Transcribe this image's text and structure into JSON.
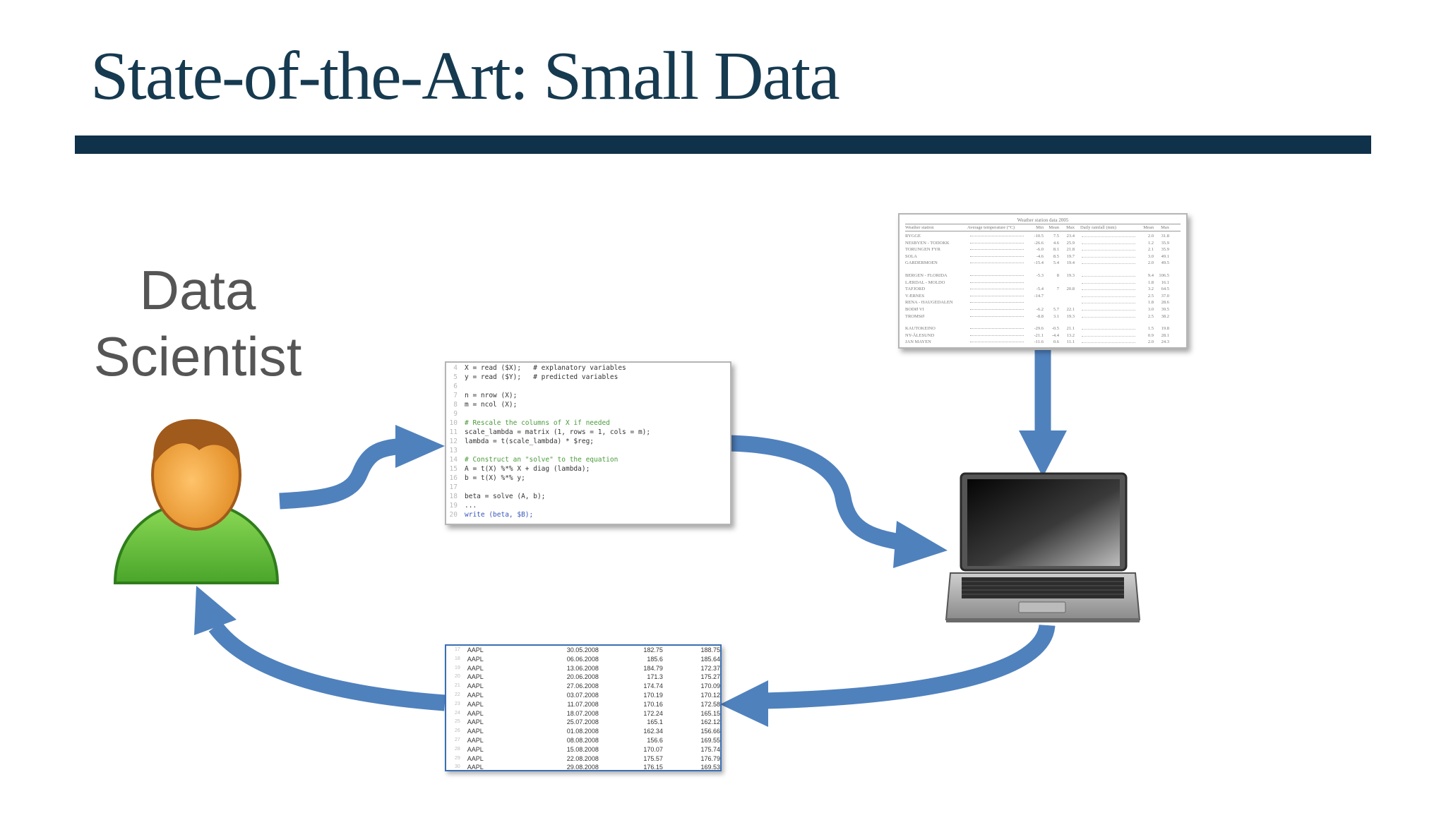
{
  "slide": {
    "title": "State-of-the-Art: Small Data",
    "actor_label_line1": "Data",
    "actor_label_line2": "Scientist"
  },
  "colors": {
    "title": "#163a50",
    "title_bar": "#0f3149",
    "arrow": "#4f81bd",
    "person_head": "#f0a540",
    "person_hair": "#a05a1c",
    "person_body": "#6ec43a"
  },
  "icons": {
    "person": "person-icon",
    "laptop": "laptop-icon"
  },
  "code_lines": [
    {
      "n": "4",
      "text": "X = read ($X);   # explanatory variables",
      "style": "plain"
    },
    {
      "n": "5",
      "text": "y = read ($Y);   # predicted variables",
      "style": "plain"
    },
    {
      "n": "6",
      "text": "",
      "style": "plain"
    },
    {
      "n": "7",
      "text": "n = nrow (X);",
      "style": "plain"
    },
    {
      "n": "8",
      "text": "m = ncol (X);",
      "style": "plain"
    },
    {
      "n": "9",
      "text": "",
      "style": "plain"
    },
    {
      "n": "10",
      "text": "# Rescale the columns of X if needed",
      "style": "comment"
    },
    {
      "n": "11",
      "text": "scale_lambda = matrix (1, rows = 1, cols = m);",
      "style": "plain"
    },
    {
      "n": "12",
      "text": "lambda = t(scale_lambda) * $reg;",
      "style": "plain"
    },
    {
      "n": "13",
      "text": "",
      "style": "plain"
    },
    {
      "n": "14",
      "text": "# Construct an \"solve\" to the equation",
      "style": "comment"
    },
    {
      "n": "15",
      "text": "A = t(X) %*% X + diag (lambda);",
      "style": "plain"
    },
    {
      "n": "16",
      "text": "b = t(X) %*% y;",
      "style": "plain"
    },
    {
      "n": "17",
      "text": "",
      "style": "plain"
    },
    {
      "n": "18",
      "text": "beta = solve (A, b);",
      "style": "plain"
    },
    {
      "n": "19",
      "text": "...",
      "style": "plain"
    },
    {
      "n": "20",
      "text": "write (beta, $B);",
      "style": "kw"
    }
  ],
  "weather_table": {
    "caption": "Weather station data 2005",
    "headers": [
      "Weather station",
      "Average temperature (°C)",
      "Min",
      "Mean",
      "Max",
      "Daily rainfall (mm)",
      "Mean",
      "Max"
    ],
    "rows": [
      {
        "station": "RYGGE",
        "min": "-10.5",
        "mean": "7.5",
        "max": "23.4",
        "rmean": "2.0",
        "rmax": "31.8",
        "gap": false
      },
      {
        "station": "NESBYEN - TODOKK",
        "min": "-26.6",
        "mean": "4.6",
        "max": "25.9",
        "rmean": "1.2",
        "rmax": "35.9",
        "gap": false
      },
      {
        "station": "TORUNGEN FYR",
        "min": "-6.0",
        "mean": "8.1",
        "max": "21.8",
        "rmean": "2.1",
        "rmax": "35.9",
        "gap": false
      },
      {
        "station": "SOLA",
        "min": "-4.6",
        "mean": "8.5",
        "max": "19.7",
        "rmean": "3.0",
        "rmax": "49.1",
        "gap": false
      },
      {
        "station": "GARDERMOEN",
        "min": "-15.4",
        "mean": "5.4",
        "max": "19.4",
        "rmean": "2.0",
        "rmax": "49.5",
        "gap": false
      },
      {
        "station": "BERGEN - FLORIDA",
        "min": "-5.3",
        "mean": "8",
        "max": "19.3",
        "rmean": "9.4",
        "rmax": "106.5",
        "gap": true
      },
      {
        "station": "LÆRDAL - MOLDO",
        "min": "",
        "mean": "",
        "max": "",
        "rmean": "1.8",
        "rmax": "16.1",
        "gap": false
      },
      {
        "station": "TAFJORD",
        "min": "-5.4",
        "mean": "7",
        "max": "20.8",
        "rmean": "3.2",
        "rmax": "64.5",
        "gap": false
      },
      {
        "station": "VÆRNES",
        "min": "-14.7",
        "mean": "",
        "max": "",
        "rmean": "2.5",
        "rmax": "37.0",
        "gap": false
      },
      {
        "station": "RENA - HAUGEDALEN",
        "min": "",
        "mean": "",
        "max": "",
        "rmean": "1.8",
        "rmax": "28.6",
        "gap": false
      },
      {
        "station": "BODØ VI",
        "min": "-6.2",
        "mean": "5.7",
        "max": "22.1",
        "rmean": "3.0",
        "rmax": "39.5",
        "gap": false
      },
      {
        "station": "TROMSØ",
        "min": "-8.8",
        "mean": "3.1",
        "max": "19.3",
        "rmean": "2.5",
        "rmax": "38.2",
        "gap": false
      },
      {
        "station": "KAUTOKEINO",
        "min": "-29.6",
        "mean": "-0.5",
        "max": "21.1",
        "rmean": "1.5",
        "rmax": "19.8",
        "gap": true
      },
      {
        "station": "NY-ÅLESUND",
        "min": "-21.1",
        "mean": "-4.4",
        "max": "13.2",
        "rmean": "0.9",
        "rmax": "28.1",
        "gap": false
      },
      {
        "station": "JAN MAYEN",
        "min": "-11.6",
        "mean": "0.6",
        "max": "11.1",
        "rmean": "2.0",
        "rmax": "24.3",
        "gap": false
      }
    ]
  },
  "stock_table": [
    {
      "n": "17",
      "sym": "AAPL",
      "date": "30.05.2008",
      "v1": "182.75",
      "v2": "188.75"
    },
    {
      "n": "18",
      "sym": "AAPL",
      "date": "06.06.2008",
      "v1": "185.6",
      "v2": "185.64"
    },
    {
      "n": "19",
      "sym": "AAPL",
      "date": "13.06.2008",
      "v1": "184.79",
      "v2": "172.37"
    },
    {
      "n": "20",
      "sym": "AAPL",
      "date": "20.06.2008",
      "v1": "171.3",
      "v2": "175.27"
    },
    {
      "n": "21",
      "sym": "AAPL",
      "date": "27.06.2008",
      "v1": "174.74",
      "v2": "170.09"
    },
    {
      "n": "22",
      "sym": "AAPL",
      "date": "03.07.2008",
      "v1": "170.19",
      "v2": "170.12"
    },
    {
      "n": "23",
      "sym": "AAPL",
      "date": "11.07.2008",
      "v1": "170.16",
      "v2": "172.58"
    },
    {
      "n": "24",
      "sym": "AAPL",
      "date": "18.07.2008",
      "v1": "172.24",
      "v2": "165.15"
    },
    {
      "n": "25",
      "sym": "AAPL",
      "date": "25.07.2008",
      "v1": "165.1",
      "v2": "162.12"
    },
    {
      "n": "26",
      "sym": "AAPL",
      "date": "01.08.2008",
      "v1": "162.34",
      "v2": "156.66"
    },
    {
      "n": "27",
      "sym": "AAPL",
      "date": "08.08.2008",
      "v1": "156.6",
      "v2": "169.55"
    },
    {
      "n": "28",
      "sym": "AAPL",
      "date": "15.08.2008",
      "v1": "170.07",
      "v2": "175.74"
    },
    {
      "n": "29",
      "sym": "AAPL",
      "date": "22.08.2008",
      "v1": "175.57",
      "v2": "176.79"
    },
    {
      "n": "30",
      "sym": "AAPL",
      "date": "29.08.2008",
      "v1": "176.15",
      "v2": "169.53"
    }
  ]
}
